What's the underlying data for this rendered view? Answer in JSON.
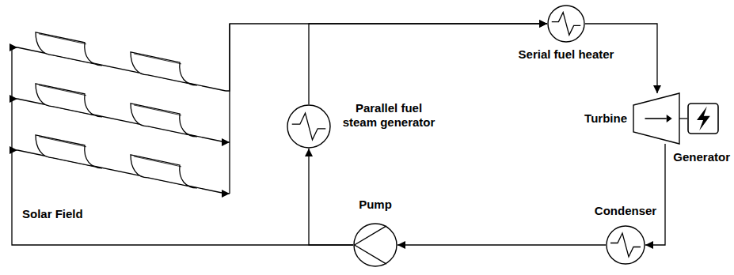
{
  "diagram": {
    "nodes": [
      {
        "text": [
          "Solar Field"
        ]
      },
      {
        "text": [
          "Parallel fuel steam generator"
        ]
      },
      {
        "text": [
          "Serial fuel heater"
        ]
      },
      {
        "text": [
          "Turbine"
        ]
      },
      {
        "text": [
          "Generator"
        ]
      },
      {
        "text": [
          "Pump"
        ]
      },
      {
        "text": [
          "Condenser"
        ]
      }
    ],
    "edges": [
      {
        "from": 0,
        "to": 2,
        "arrow": "to"
      },
      {
        "from": 1,
        "to": 2,
        "arrow": "to"
      },
      {
        "from": 2,
        "to": 3,
        "arrow": "to"
      },
      {
        "from": 3,
        "to": 4,
        "arrow": "none"
      },
      {
        "from": 3,
        "to": 6,
        "arrow": "to"
      },
      {
        "from": 6,
        "to": 5,
        "arrow": "to"
      },
      {
        "from": 5,
        "to": 1,
        "arrow": "to"
      },
      {
        "from": 5,
        "to": 0,
        "arrow": "to"
      }
    ]
  }
}
